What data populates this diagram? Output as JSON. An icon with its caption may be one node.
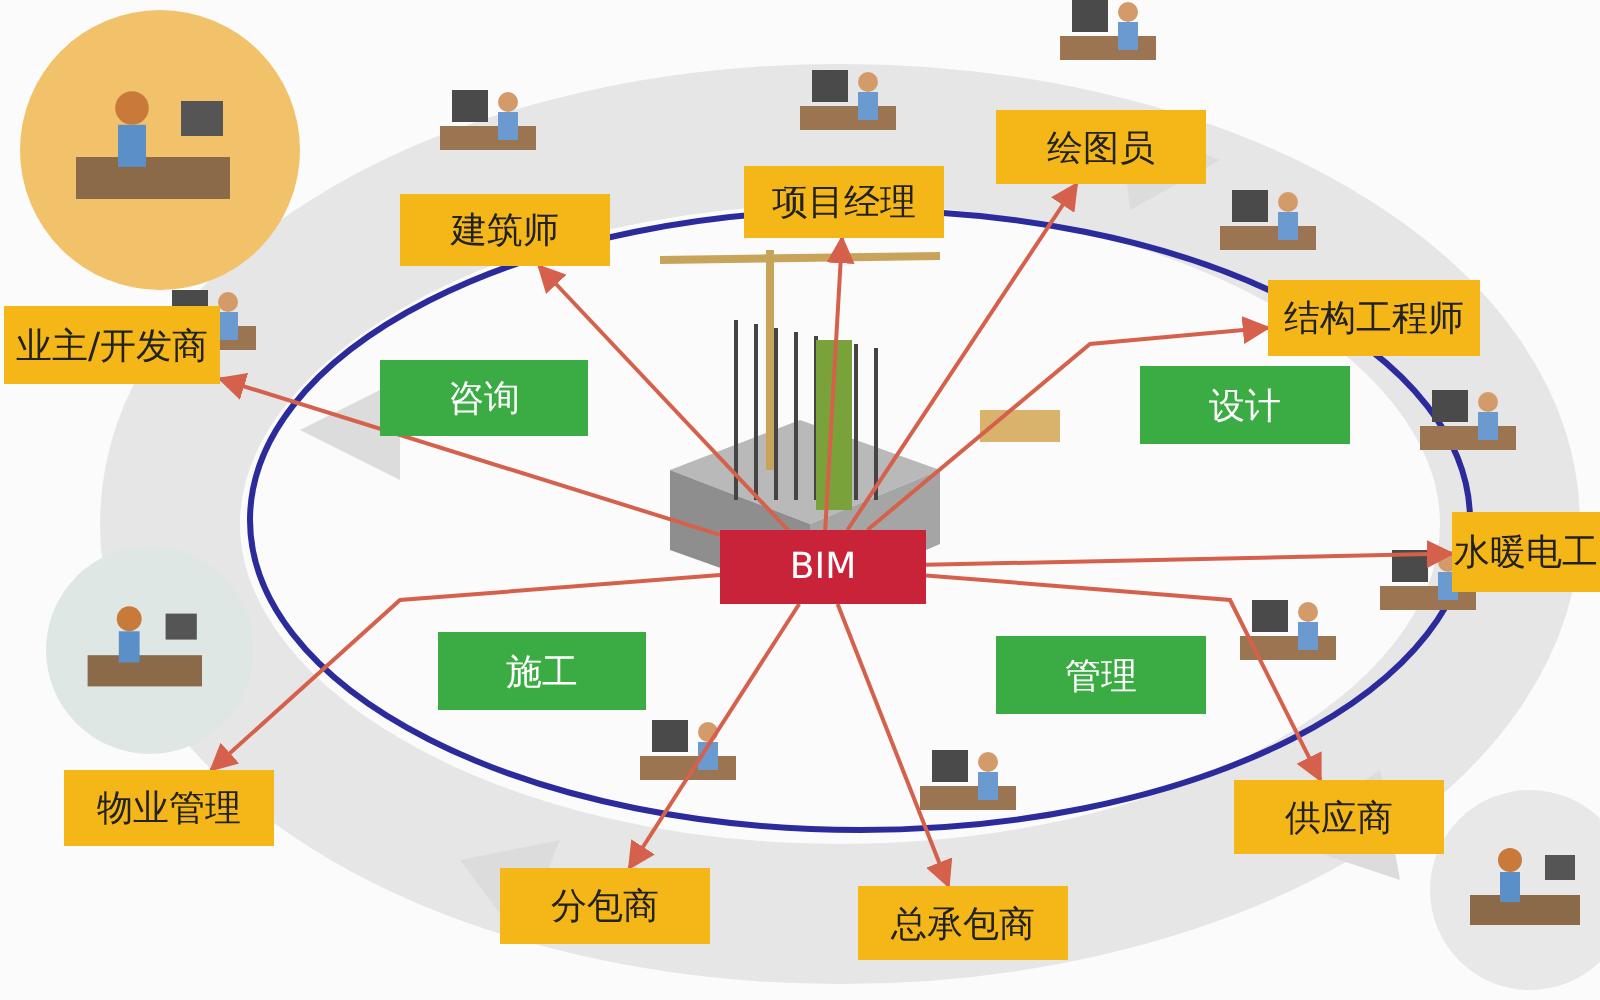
{
  "diagram": {
    "nodes": [
      {
        "text": [
          "绘图员"
        ]
      },
      {
        "text": [
          "项目经理"
        ]
      },
      {
        "text": [
          "建筑师"
        ]
      },
      {
        "text": [
          "结构工程师"
        ]
      },
      {
        "text": [
          "业主/开发商"
        ]
      },
      {
        "text": [
          "咨询"
        ]
      },
      {
        "text": [
          "设计"
        ]
      },
      {
        "text": [
          "BIM"
        ]
      },
      {
        "text": [
          "水暖电工"
        ]
      },
      {
        "text": [
          "施工"
        ]
      },
      {
        "text": [
          "管理"
        ]
      },
      {
        "text": [
          "物业管理"
        ]
      },
      {
        "text": [
          "供应商"
        ]
      },
      {
        "text": [
          "分包商"
        ]
      },
      {
        "text": [
          "总承包商"
        ]
      }
    ],
    "edges": [
      {
        "from": 7,
        "to": 0,
        "arrow": "to"
      },
      {
        "from": 7,
        "to": 1,
        "arrow": "to"
      },
      {
        "from": 7,
        "to": 2,
        "arrow": "to"
      },
      {
        "from": 7,
        "to": 3,
        "arrow": "to"
      },
      {
        "from": 7,
        "to": 4,
        "arrow": "to"
      },
      {
        "from": 7,
        "to": 8,
        "arrow": "to"
      },
      {
        "from": 7,
        "to": 11,
        "arrow": "to"
      },
      {
        "from": 7,
        "to": 12,
        "arrow": "to"
      },
      {
        "from": 7,
        "to": 13,
        "arrow": "to"
      },
      {
        "from": 7,
        "to": 14,
        "arrow": "to"
      }
    ]
  }
}
